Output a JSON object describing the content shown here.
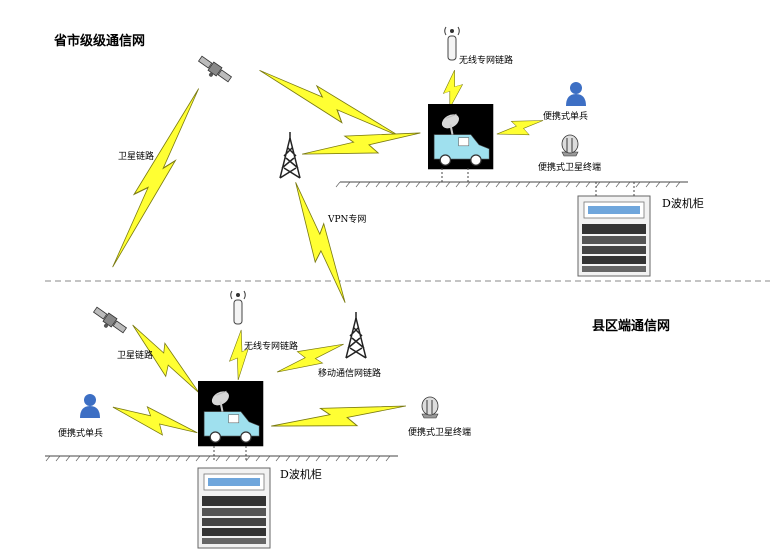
{
  "regions": {
    "top_title": "省市级级通信网",
    "bottom_title": "县区端通信网"
  },
  "top": {
    "wireless_link": "无线专网链路",
    "portable_soldier": "便携式单兵",
    "portable_sat_terminal": "便携式卫星终端",
    "satellite_link": "卫星链路",
    "vpn": "VPN专网",
    "cabinet": "D波机柜"
  },
  "bottom": {
    "satellite_link": "卫星链路",
    "wireless_link": "无线专网链路",
    "mobile_link": "移动通信网链路",
    "portable_soldier": "便携式单兵",
    "portable_sat_terminal": "便携式卫星终端",
    "cabinet": "D波机柜"
  },
  "colors": {
    "lightning": "#ffff33",
    "lightning_stroke": "#7a7a10",
    "vehicle_bg": "#000000",
    "vehicle_body": "#9fe0ee",
    "person": "#3d6fc4",
    "cabinet_screen": "#6fa6dc"
  }
}
